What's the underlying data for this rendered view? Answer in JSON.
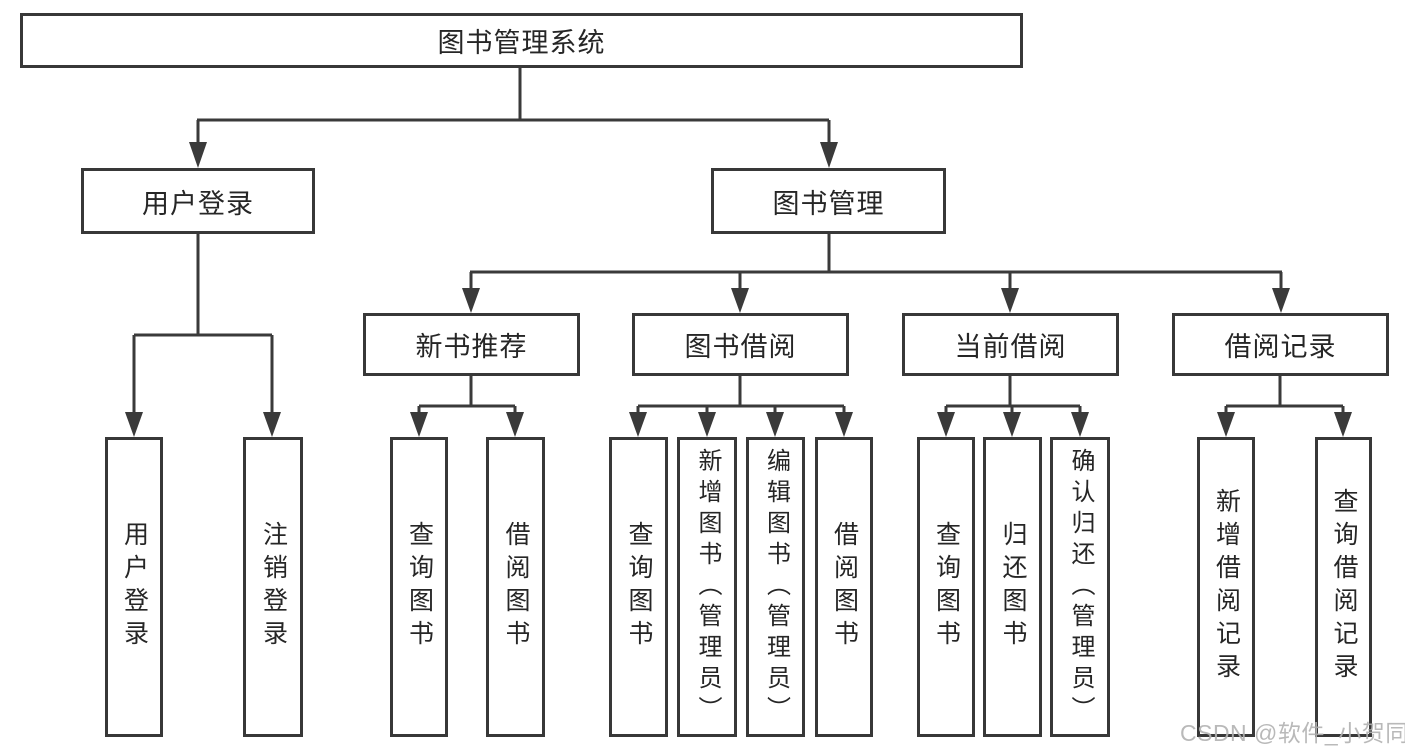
{
  "nodes": {
    "root": {
      "label": "图书管理系统"
    },
    "user_login": {
      "label": "用户登录"
    },
    "book_management": {
      "label": "图书管理"
    },
    "new_book_recommendation": {
      "label": "新书推荐"
    },
    "book_borrowing": {
      "label": "图书借阅"
    },
    "current_borrowing": {
      "label": "当前借阅"
    },
    "borrowing_records": {
      "label": "借阅记录"
    },
    "leaf_user_login": {
      "label": "用户登录"
    },
    "leaf_logout": {
      "label": "注销登录"
    },
    "leaf_rec_query_books": {
      "label": "查询图书"
    },
    "leaf_rec_borrow_books": {
      "label": "借阅图书"
    },
    "leaf_bb_query_books": {
      "label": "查询图书"
    },
    "leaf_bb_add_books_admin": {
      "label": "新增图书（管理员）"
    },
    "leaf_bb_edit_books_admin": {
      "label": "编辑图书（管理员）"
    },
    "leaf_bb_borrow_books": {
      "label": "借阅图书"
    },
    "leaf_cb_query_books": {
      "label": "查询图书"
    },
    "leaf_cb_return_books": {
      "label": "归还图书"
    },
    "leaf_cb_confirm_return_admin": {
      "label": "确认归还（管理员）"
    },
    "leaf_br_add_record": {
      "label": "新增借阅记录"
    },
    "leaf_br_query_record": {
      "label": "查询借阅记录"
    }
  },
  "watermark": {
    "text": "CSDN @软件_小贺同学"
  },
  "colors": {
    "line": "#3a3a3a",
    "border": "#383838",
    "text": "#262626",
    "watermark_text": "#b2b2b2",
    "background": "#ffffff"
  }
}
